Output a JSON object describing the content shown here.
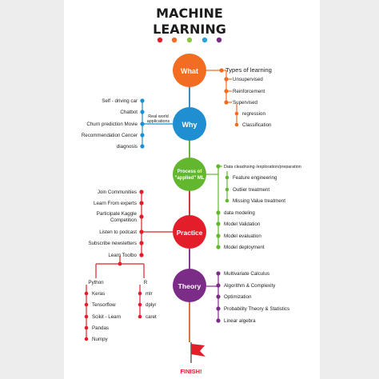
{
  "title": {
    "line1": "MACHINE",
    "line2": "LEARNING",
    "dot_colors": [
      "#e11f2a",
      "#f26c22",
      "#8dc63f",
      "#27a4dd",
      "#7b2c87"
    ]
  },
  "colors": {
    "what": "#f26c22",
    "why": "#1f8fd1",
    "process": "#62b72f",
    "practice": "#e31e2a",
    "theory": "#7b2c87",
    "trunk": "#4a4a4a"
  },
  "nodes": {
    "what": "What",
    "why": "Why",
    "process_line1": "Process of",
    "process_line2": "\"applied\" ML",
    "practice": "Practice",
    "theory": "Theory"
  },
  "what_branch": {
    "heading": "Types of learning",
    "items": [
      "Unsupervised",
      "Reinforcement",
      "Supervised"
    ],
    "supervised_sub": [
      "regression",
      "Classification"
    ]
  },
  "why_branch": {
    "items": [
      "Self - driving car",
      "Chatbot",
      "Churn prediction Movie",
      "Recommendation Cencer",
      "diagnosis"
    ],
    "connector_line1": "Real world",
    "connector_line2": "applications"
  },
  "process_branch": {
    "heading": "Data cleadnsing /exploration/preparation",
    "sub": [
      "Feature engineering",
      "Outlier treatment",
      "Missing Value treatment"
    ],
    "items": [
      "data modeling",
      "Model Validation",
      "Model evaluation",
      "Model deployment"
    ]
  },
  "practice_branch": {
    "items": [
      "Join Communities",
      "Learn From experts",
      "Participate Kaggle",
      "Competition",
      "Listen to podcast",
      "Subscribe newsletters",
      "Learn Toolbo"
    ]
  },
  "tools": {
    "python": "Python",
    "python_items": [
      "Keras",
      "Tensorflow",
      "Scikit - Learn",
      "Pandas",
      "Numpy"
    ],
    "r": "R",
    "r_items": [
      "mlr",
      "dplyr",
      "caret"
    ]
  },
  "theory_branch": {
    "items": [
      "Multivariate Calculus",
      "Algorithm & Complexity",
      "Optimization",
      "Probability Theory & Statistics",
      "Linear algebra"
    ]
  },
  "finish": "FINISH!"
}
